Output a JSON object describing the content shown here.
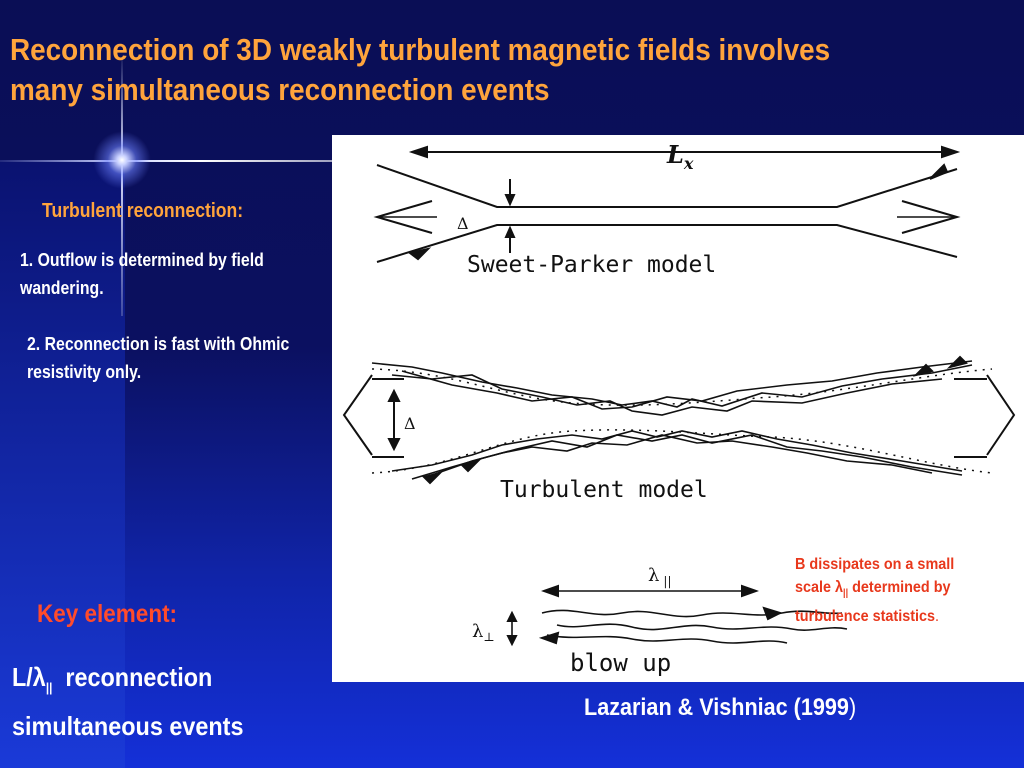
{
  "slide": {
    "title_line1": "Reconnection of 3D weakly turbulent magnetic fields involves",
    "title_line2": "many simultaneous  reconnection events",
    "subheading": "Turbulent reconnection:",
    "point1": "1. Outflow is determined by field wandering.",
    "point2": "2. Reconnection is fast with Ohmic resistivity only.",
    "key_label": "Key element:",
    "key_text_prefix": "L/",
    "key_text_symbol": "λ",
    "key_text_sub": "||",
    "key_text_suffix": "  reconnection",
    "key_text_line2": "simultaneous events",
    "note_prefix": "B dissipates on a small scale ",
    "note_symbol": "λ",
    "note_sub": "||",
    "note_suffix": " determined by turbulence statistics",
    "note_end": ".",
    "citation": "Lazarian & Vishniac (1999",
    "citation_close": ")"
  },
  "figure": {
    "lx_label": "Lx",
    "lx_main": "L",
    "lx_sub": "x",
    "delta_label": "Δ",
    "sweet_parker_label": "Sweet-Parker model",
    "turbulent_label": "Turbulent model",
    "lambda_par_label": "λ",
    "lambda_par_sub": "||",
    "lambda_perp_label": "λ",
    "lambda_perp_sub": "⊥",
    "blowup_label": "blow up"
  },
  "colors": {
    "title": "#ffa43c",
    "key_label": "#ff4b2b",
    "note": "#e8381c",
    "body_text": "#ffffff",
    "background_top": "#0a0e55",
    "background_bottom": "#1430d8"
  }
}
